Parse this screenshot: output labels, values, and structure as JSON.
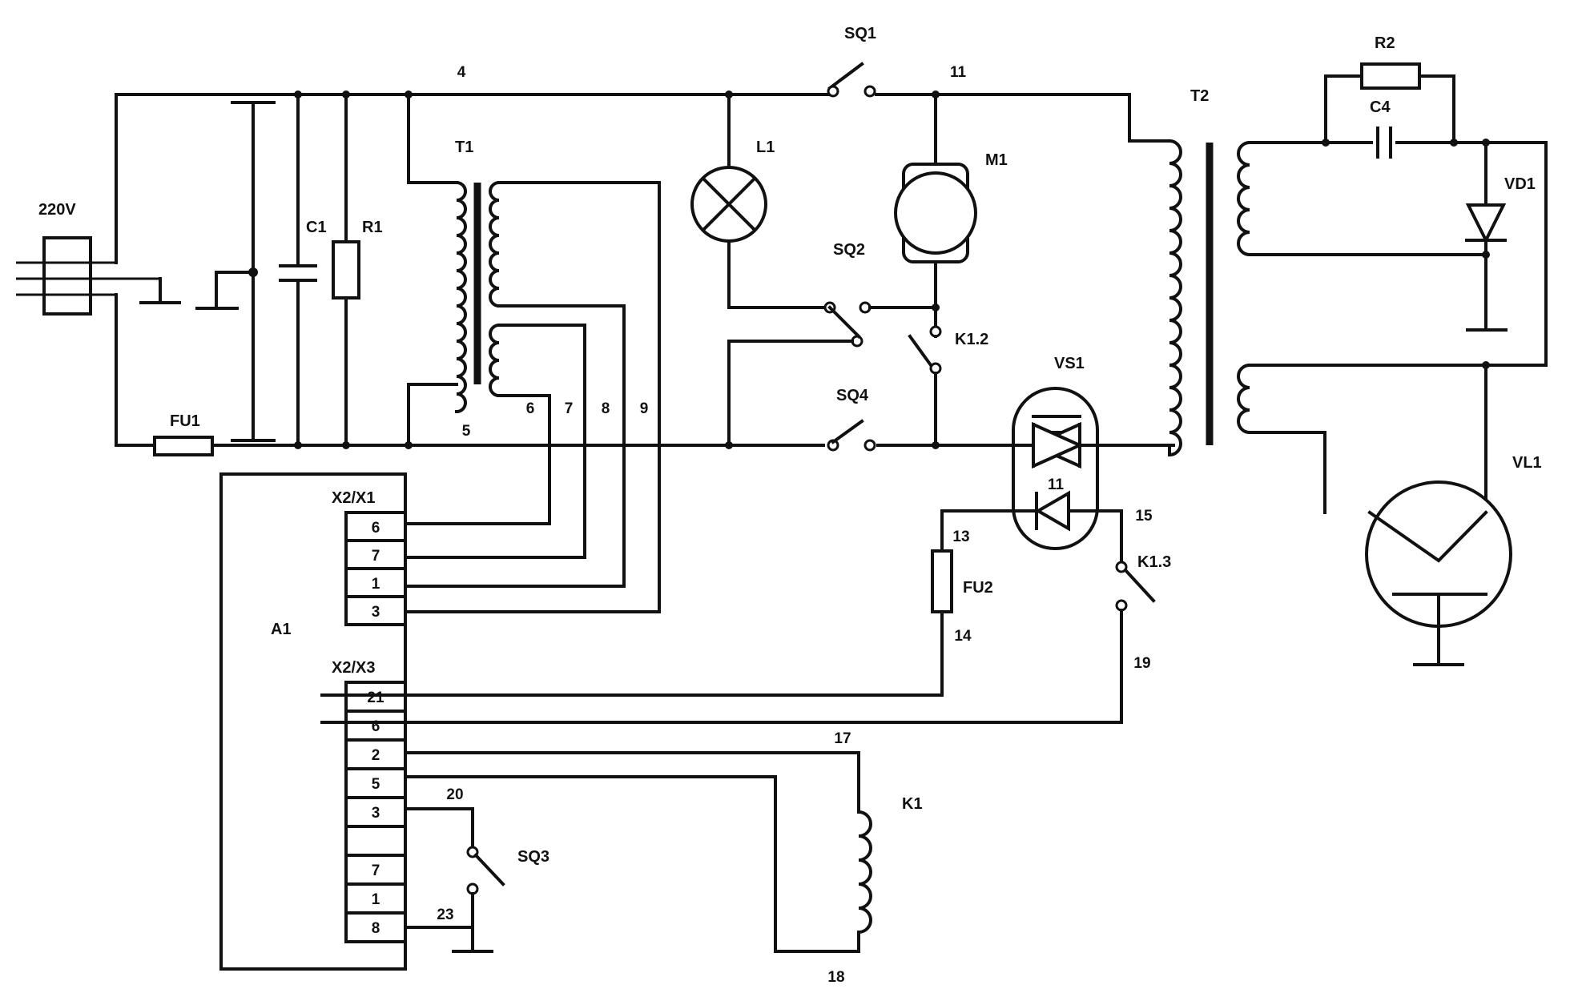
{
  "labels": {
    "supply": "220V",
    "fu1": "FU1",
    "c1": "C1",
    "r1": "R1",
    "t1": "T1",
    "l1": "L1",
    "m1": "M1",
    "sq1": "SQ1",
    "sq2": "SQ2",
    "sq3": "SQ3",
    "sq4": "SQ4",
    "k12": "K1.2",
    "k13": "K1.3",
    "k1": "K1",
    "vs1": "VS1",
    "fu2": "FU2",
    "t2": "T2",
    "r2": "R2",
    "c4": "C4",
    "vd1": "VD1",
    "vl1": "VL1",
    "a1": "A1",
    "x2x1": "X2/X1",
    "x2x3": "X2/X3"
  },
  "nodes": {
    "n4": "4",
    "n5": "5",
    "n6": "6",
    "n7": "7",
    "n8": "8",
    "n9": "9",
    "n11": "11",
    "n13": "13",
    "n14": "14",
    "n15": "15",
    "n17": "17",
    "n18": "18",
    "n19": "19",
    "n20": "20",
    "n23": "23"
  },
  "vs1_inner": "11",
  "connector_x1_pins": [
    "6",
    "7",
    "1",
    "3"
  ],
  "connector_x3_pins": [
    "21",
    "6",
    "2",
    "5",
    "3",
    "",
    "7",
    "1",
    "8"
  ]
}
